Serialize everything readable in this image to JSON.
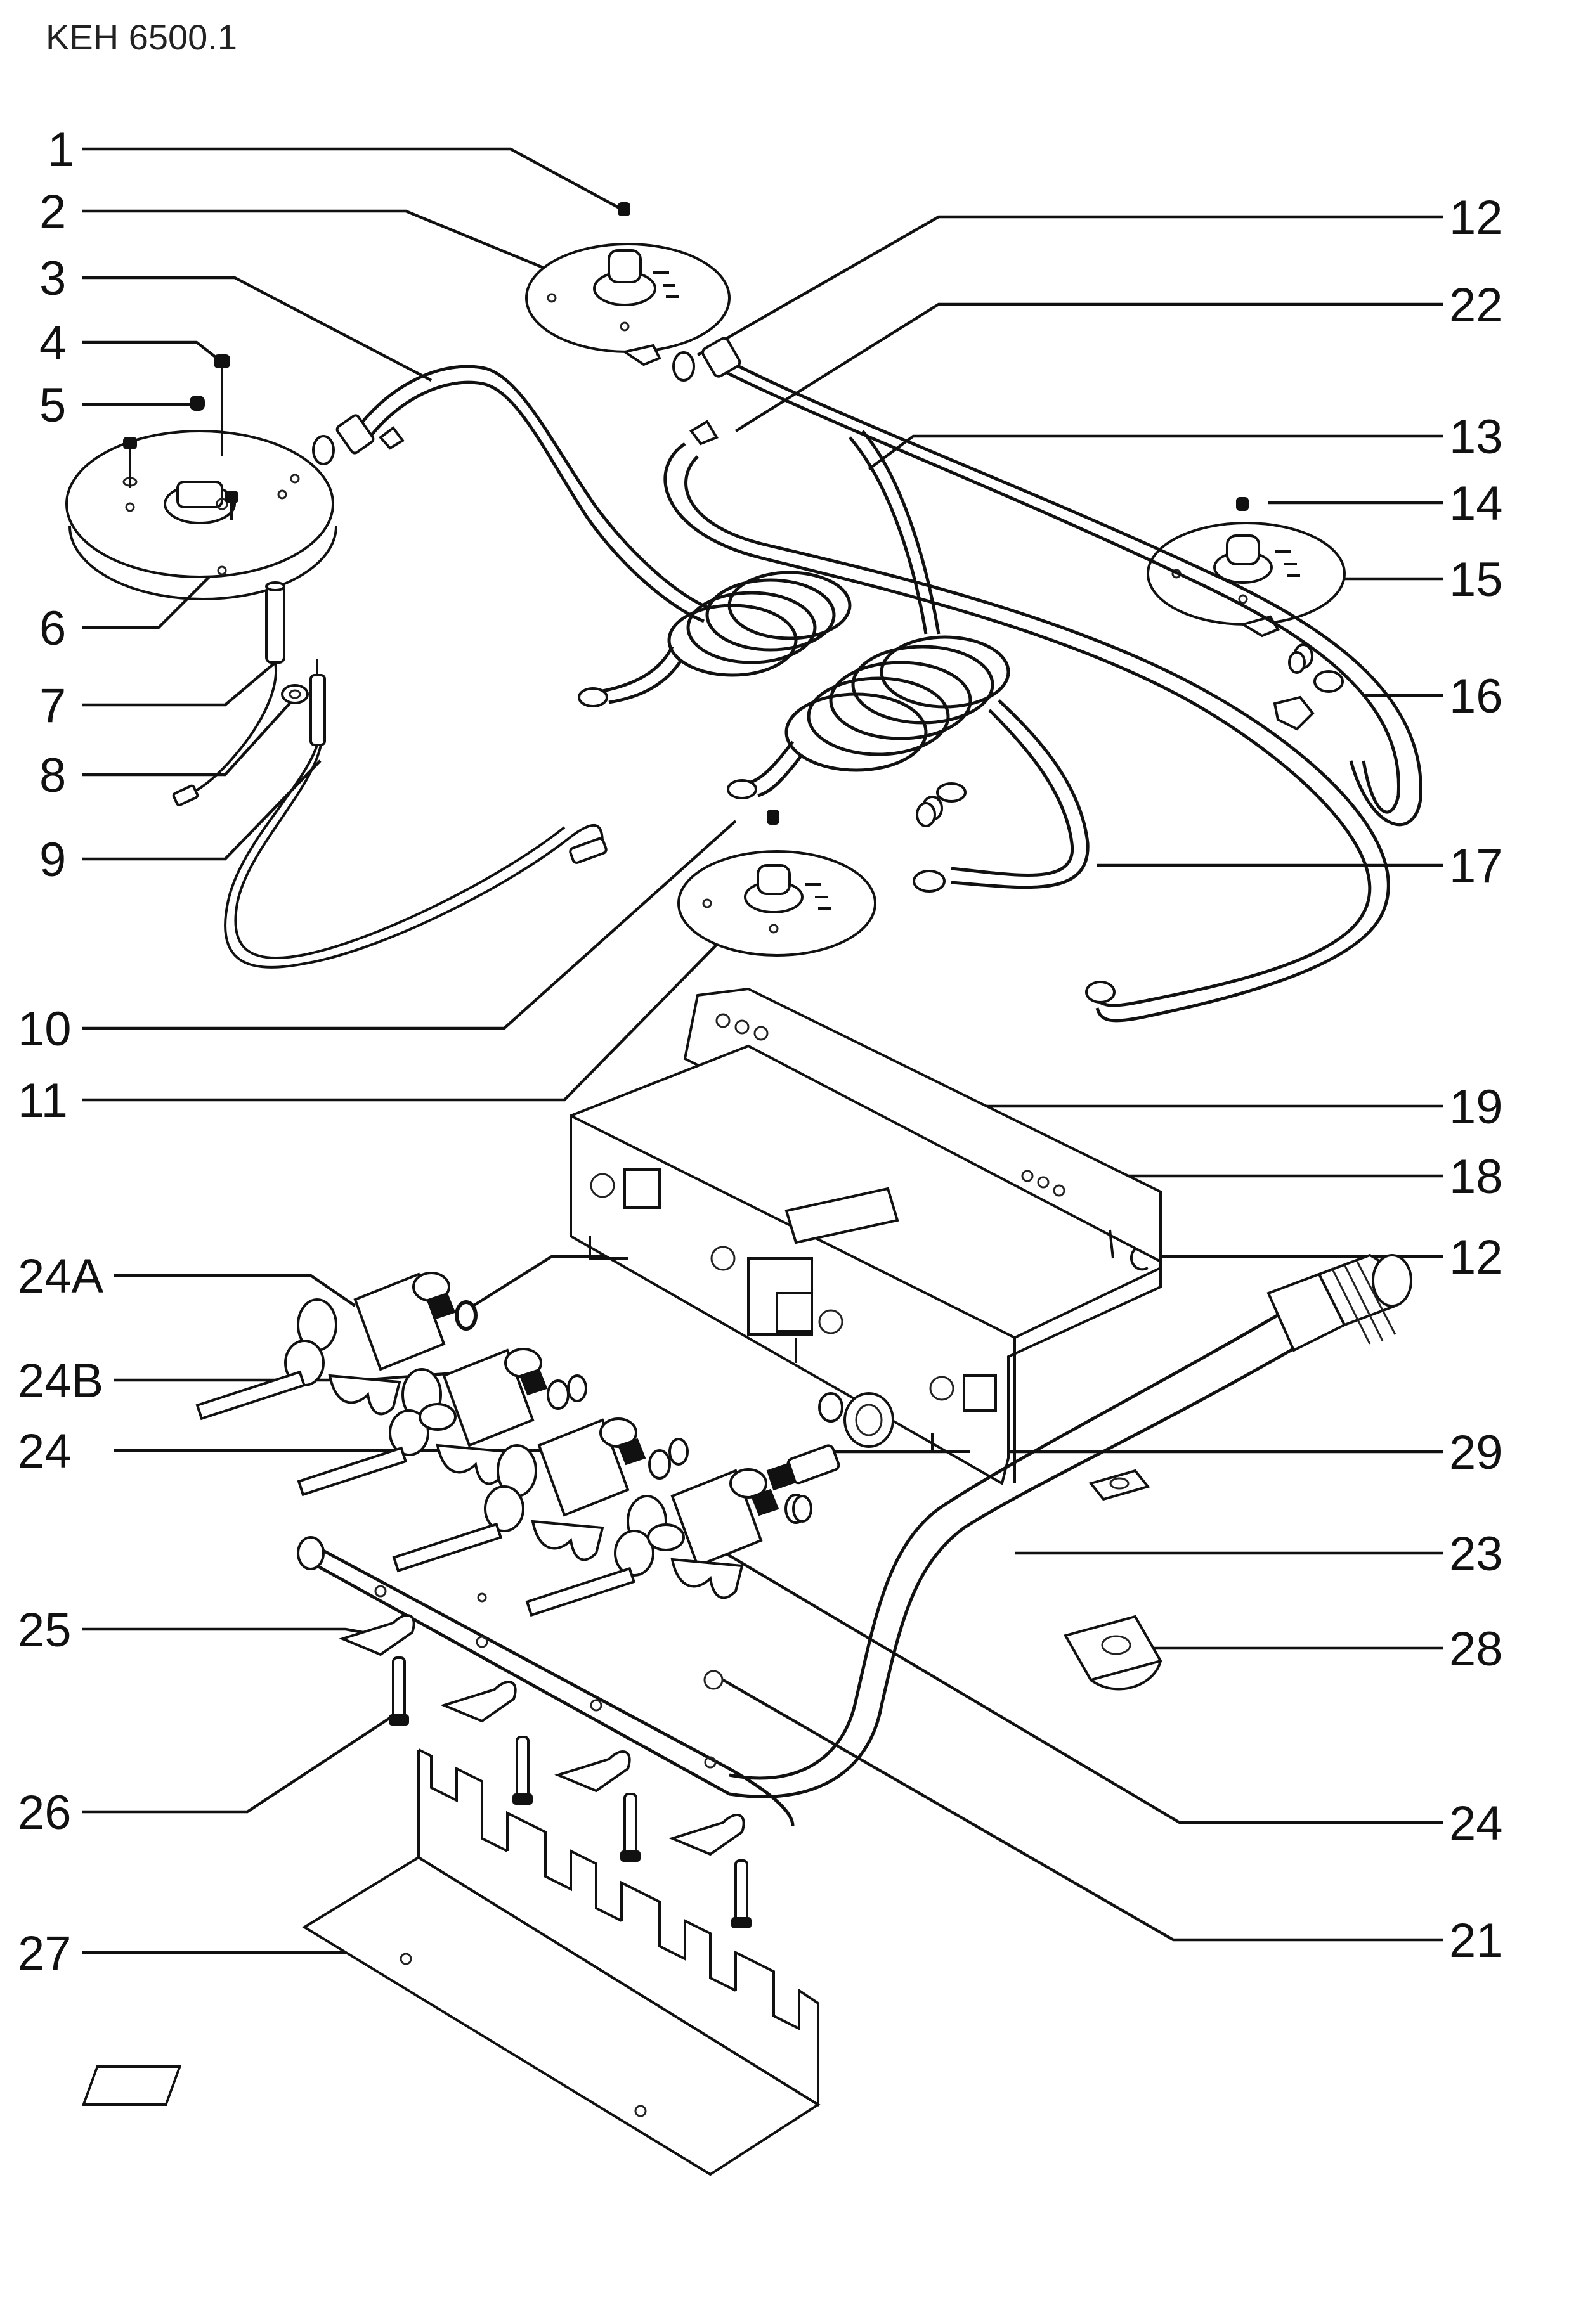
{
  "header": {
    "code": "KEH 6500.1"
  },
  "callouts_left": [
    "1",
    "2",
    "3",
    "4",
    "5",
    "6",
    "7",
    "8",
    "9",
    "10",
    "11",
    "24A",
    "24B",
    "24",
    "25",
    "26",
    "27"
  ],
  "callouts_right": [
    "12",
    "22",
    "13",
    "14",
    "15",
    "16",
    "17",
    "19",
    "18",
    "12",
    "29",
    "23",
    "28",
    "24",
    "21"
  ]
}
